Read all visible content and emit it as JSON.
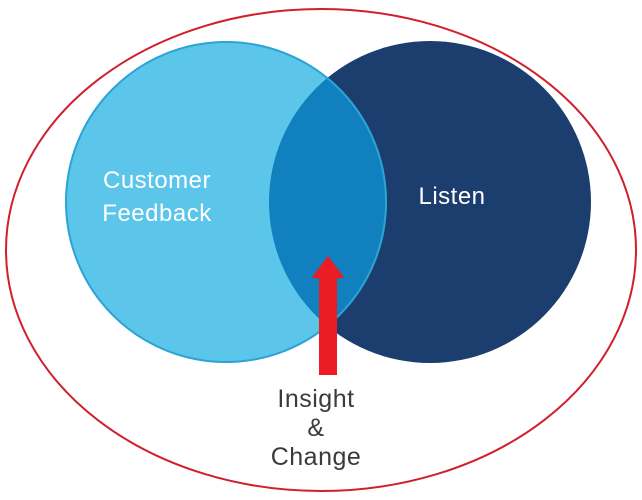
{
  "diagram": {
    "type": "venn",
    "background": "#FFFFFF",
    "outer_ellipse": {
      "stroke": "#D0202C",
      "stroke_width": 2
    },
    "left_circle": {
      "label_line1": "Customer",
      "label_line2": "Feedback",
      "fill": "#5BC6EA",
      "stroke": "#2BA3D4",
      "text_color": "#FFFFFF"
    },
    "right_circle": {
      "label": "Listen",
      "fill": "#1B3E6E",
      "text_color": "#FFFFFF"
    },
    "overlap": {
      "fill": "#1080BE"
    },
    "arrow": {
      "fill": "#EC1C24",
      "direction": "up"
    },
    "caption": {
      "line1": "Insight",
      "line2": "&",
      "line3": "Change",
      "color": "#3B3A3C"
    }
  }
}
